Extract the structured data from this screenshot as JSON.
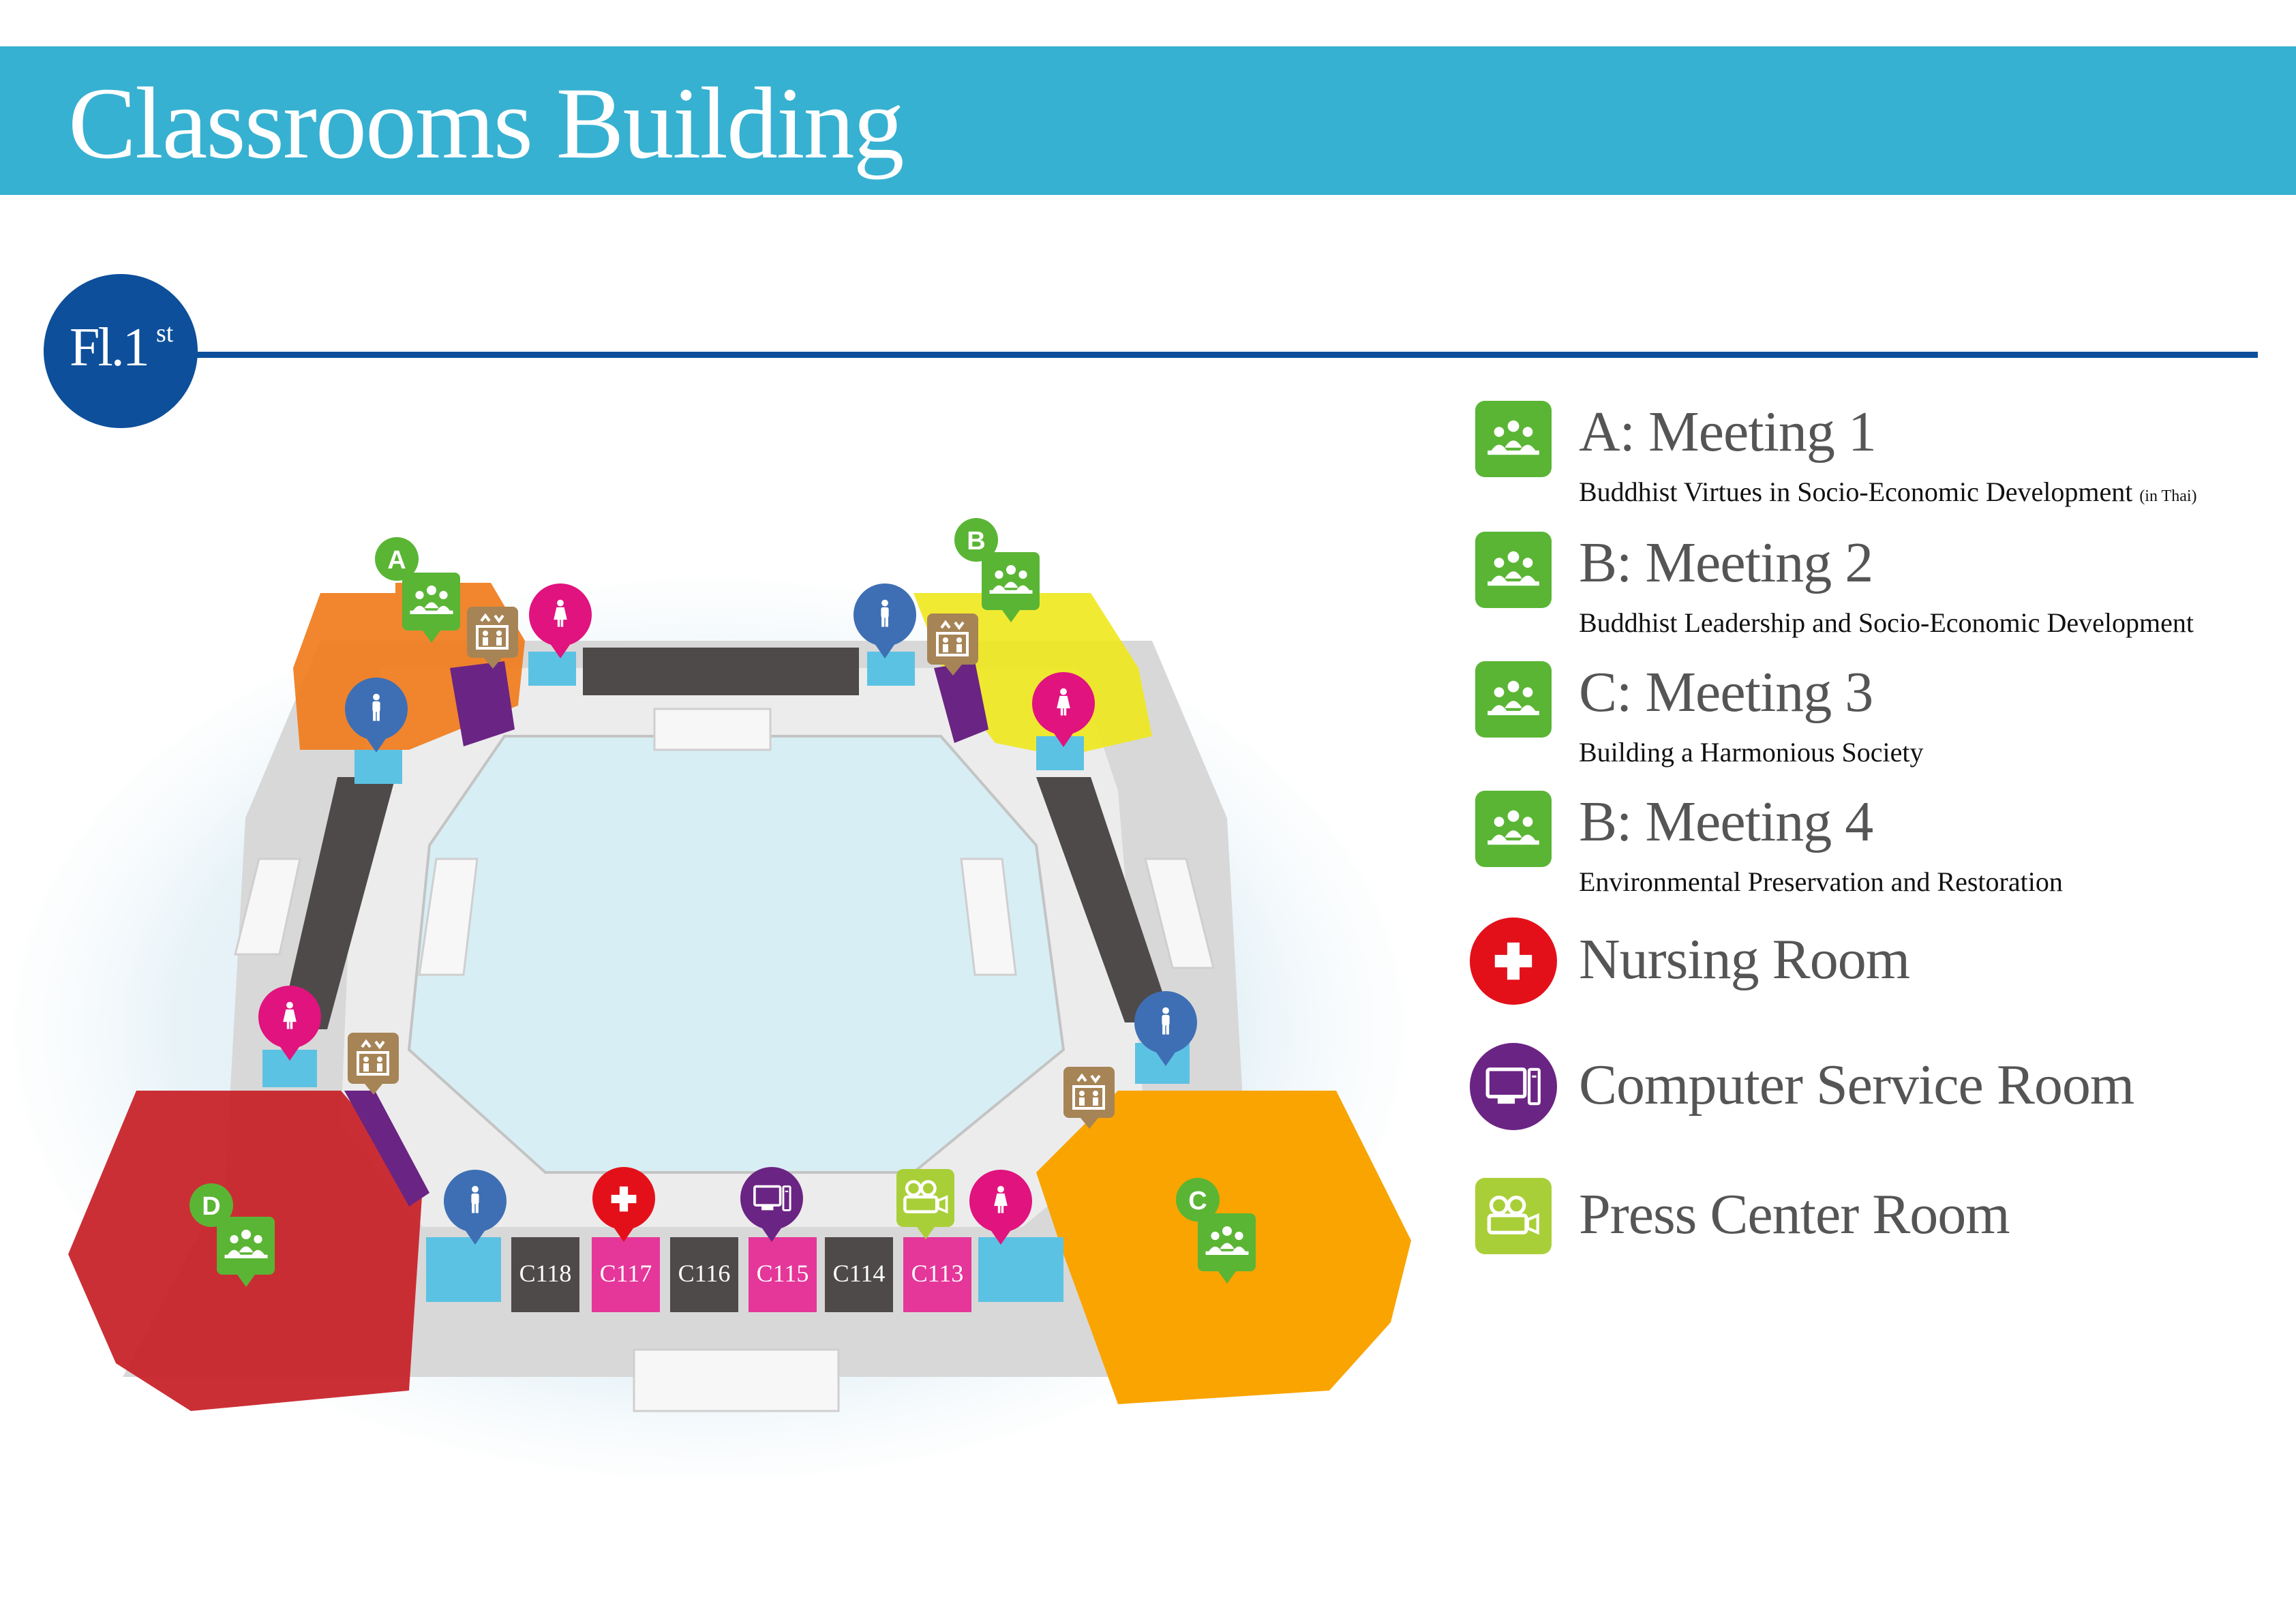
{
  "header": {
    "title": "Classrooms Building"
  },
  "floor": {
    "label": "Fl.1",
    "sup": "st"
  },
  "map": {
    "zones": [
      {
        "letter": "A",
        "color": "#f07c1c"
      },
      {
        "letter": "B",
        "color": "#f0e81c"
      },
      {
        "letter": "C",
        "color": "#f9a400"
      },
      {
        "letter": "D",
        "color": "#c8242b"
      }
    ],
    "rooms": [
      "C118",
      "C117",
      "C116",
      "C115",
      "C114",
      "C113"
    ]
  },
  "legend": {
    "items": [
      {
        "title": "A: Meeting 1",
        "subtitle": "Buddhist Virtues in Socio-Economic Development",
        "note": "(in Thai)",
        "icon": "meeting-icon",
        "color": "#5ab534"
      },
      {
        "title": "B: Meeting 2",
        "subtitle": "Buddhist Leadership and Socio-Economic Development",
        "icon": "meeting-icon",
        "color": "#5ab534"
      },
      {
        "title": "C: Meeting 3",
        "subtitle": "Building a Harmonious Society",
        "icon": "meeting-icon",
        "color": "#5ab534"
      },
      {
        "title": "B: Meeting 4",
        "subtitle": "Environmental Preservation and Restoration",
        "icon": "meeting-icon",
        "color": "#5ab534"
      },
      {
        "title": "Nursing Room",
        "icon": "first-aid-icon",
        "color": "#e3101a"
      },
      {
        "title": "Computer Service Room",
        "icon": "computer-icon",
        "color": "#6a2483"
      },
      {
        "title": "Press Center Room",
        "icon": "camera-icon",
        "color": "#a9cf38"
      }
    ]
  }
}
